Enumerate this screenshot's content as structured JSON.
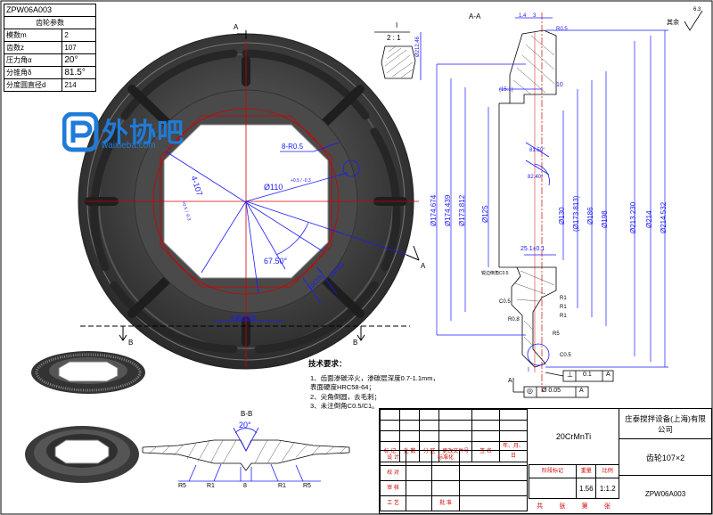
{
  "drawing_number": "ZPW06A003",
  "params": {
    "title": "齿轮参数",
    "rows": [
      {
        "label": "模数m",
        "value": "2"
      },
      {
        "label": "齿数z",
        "value": "107"
      },
      {
        "label": "压力角α",
        "value": "20°"
      },
      {
        "label": "分锥角δ",
        "value": "81.5°"
      },
      {
        "label": "分度圆直径d",
        "value": "214"
      }
    ]
  },
  "logo": {
    "main": "外协吧",
    "sub": "waixieba.com"
  },
  "views": {
    "main_label_a_top": "A",
    "main_label_a_bottom": "A",
    "section_aa": "A-A",
    "section_bb": "B-B",
    "arrow_b_left": "B",
    "arrow_b_right": "B",
    "detail_scale_top": "I",
    "detail_scale_bottom": "2 : 1",
    "detail_marker": "I"
  },
  "front_dims": {
    "r05": "8-R0.5",
    "d110": "Ø110",
    "d110_tol": "+0.5 / -0.3",
    "flat": "4-107",
    "flat_tol": "+0.5 / -0.3",
    "angle": "67.50°",
    "len1": "15(30)",
    "len2": "10(20)",
    "bottom": "4-Ø8均布"
  },
  "section_dims": {
    "top_small": "1.4",
    "top_sm2": "3",
    "top_r": "R0.5",
    "d15": "(15.1)",
    "ten": "10",
    "d174_674": "Ø174.674",
    "d174_439": "Ø174.439",
    "d173_812": "Ø173.812",
    "d125": "Ø125",
    "d130": "Ø130",
    "d173_813": "(Ø173.813)",
    "d186": "Ø186",
    "d198": "Ø198",
    "d213": "Ø213.230",
    "d214": "Ø214",
    "d214_532": "Ø214.532",
    "a81": "81.50°",
    "a82": "82.40°",
    "w25": "25.1±0.1",
    "r1a": "R1",
    "r1b": "R1",
    "r1c": "R1",
    "r08": "R0.8",
    "r5": "R5",
    "c05": "C0.5",
    "c05b": "C0.5",
    "d212": "Ø212.46",
    "small_lbl": "锐边倒角C0.5",
    "rough": "其余",
    "rough_val": "6.3"
  },
  "tolerance": {
    "perp_sym": "⊥",
    "perp_val": "0.1",
    "perp_ref": "A",
    "conc_sym": "◎",
    "conc_val": "Ø 0.05",
    "conc_ref": "A",
    "datum": "A"
  },
  "bb_dims": {
    "angle": "20°",
    "r5_left": "R5",
    "r1_left": "R1",
    "eight": "8",
    "r1_right": "R1",
    "r5_right": "R5"
  },
  "tech": {
    "header": "技术要求：",
    "lines": [
      "1、齿面渗碳淬火，渗碳层深度0.7-1.1mm，",
      "表面硬度HRC58-64；",
      "2、尖角倒圆，去毛刺；",
      "3、未注倒角C0.5/C1。"
    ]
  },
  "title_block": {
    "material": "20CrMnTi",
    "company": "庄泰搅拌设备(上海)有限公司",
    "part": "齿轮107×2",
    "code": "ZPW06A003",
    "mark_label": "阶段标记",
    "weight_label": "重量",
    "scale_label": "比例",
    "weight": "1.56",
    "scale": "1:1.2",
    "sheet_total": "共",
    "sheet_total_unit": "张",
    "sheet_no": "第",
    "sheet_no_unit": "张",
    "rev_cols": [
      "标 记",
      "处 数",
      "分 区",
      "更改文件号",
      "签 名",
      "年、月、日"
    ],
    "roles": [
      "设 计",
      "校 对",
      "审 核",
      "工 艺"
    ],
    "std_label": "标准化",
    "approve_label": "批 准"
  }
}
